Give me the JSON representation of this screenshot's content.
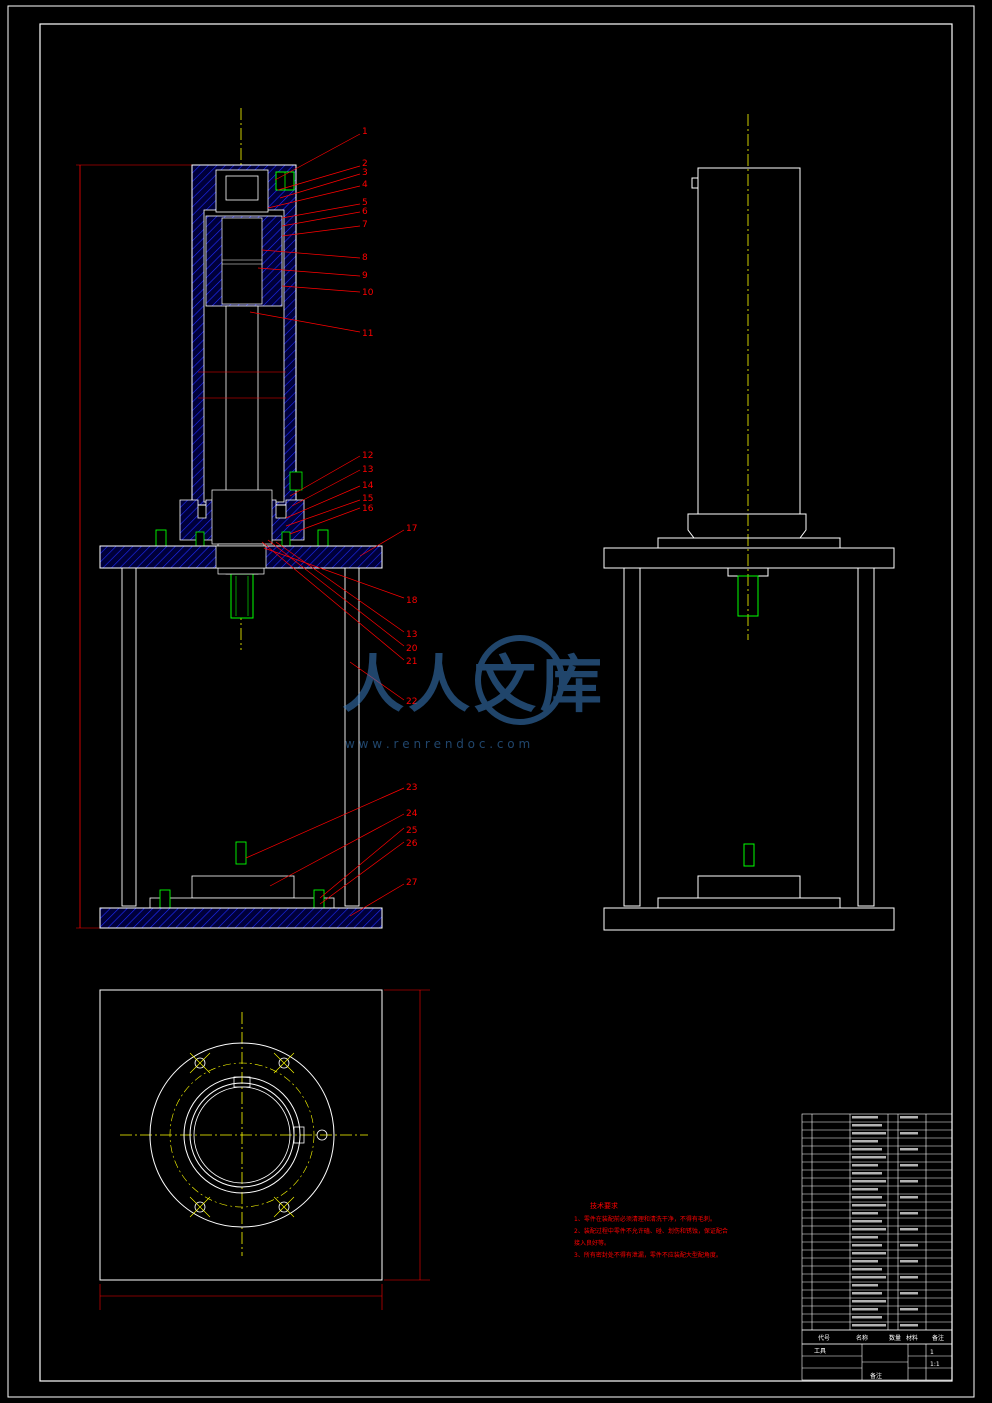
{
  "part_numbers": [
    "1",
    "2",
    "3",
    "4",
    "5",
    "6",
    "7",
    "8",
    "9",
    "10",
    "11",
    "12",
    "13",
    "14",
    "15",
    "16",
    "17",
    "18",
    "13",
    "20",
    "21",
    "22",
    "23",
    "24",
    "25",
    "26",
    "27"
  ],
  "watermark": {
    "text": "人人文库",
    "url": "w w w . r e n r e n d o c . c o m"
  },
  "technical_requirements": {
    "heading": "技术要求",
    "lines": [
      "1、零件在装配前必须清理和清洗干净，不得有毛刺。",
      "2、装配过程中零件不允许磕、碰、划伤和锈蚀，保证配合",
      "接入良好等。",
      "3、所有密封处不得有泄漏，零件不应装配大型配角度。"
    ]
  },
  "title_block": {
    "header_labels": [
      "代号",
      "名称",
      "数量",
      "材料",
      "备注"
    ],
    "title_labels": [
      "工具",
      "备注"
    ],
    "scale": "1:1",
    "sheet": "1"
  },
  "colors": {
    "background": "#000000",
    "border": "#ffffff",
    "leader": "#ff0000",
    "centerline": "#ffff00",
    "hatch": "#0000ff",
    "bolt": "#00ff00"
  }
}
